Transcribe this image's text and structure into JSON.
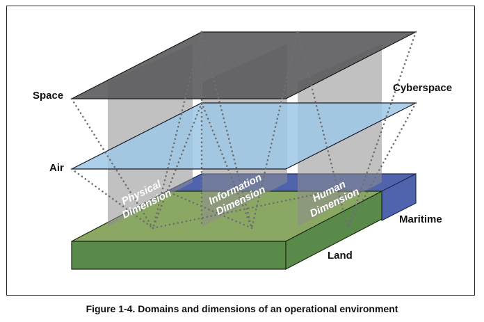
{
  "domains": {
    "space": "Space",
    "cyberspace": "Cyberspace",
    "air": "Air",
    "maritime": "Maritime",
    "land": "Land"
  },
  "dimensions": {
    "physical": [
      "Physical",
      "Dimension"
    ],
    "information": [
      "Information",
      "Dimension"
    ],
    "human": [
      "Human",
      "Dimension"
    ]
  },
  "caption": "Figure 1-4. Domains and dimensions of an operational environment",
  "colors": {
    "space": "#5b5b5d",
    "air": "#9ec8e6",
    "maritime": "#4f64ad",
    "land_top": "#8aa863",
    "land_side": "#5a8a4a",
    "dimension_panel": "#8e8e90"
  }
}
